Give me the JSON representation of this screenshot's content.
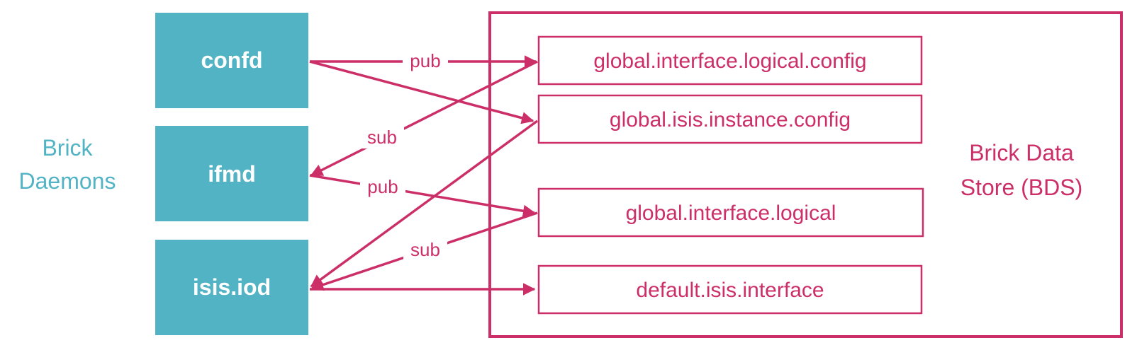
{
  "colors": {
    "daemon": "#51b3c4",
    "accent": "#cc2f68",
    "background": "#ffffff"
  },
  "left_label": {
    "line1": "Brick",
    "line2": "Daemons"
  },
  "right_label": {
    "line1": "Brick Data",
    "line2": "Store (BDS)"
  },
  "daemons": {
    "confd": "confd",
    "ifmd": "ifmd",
    "isis_iod": "isis.iod"
  },
  "tables": {
    "interface_logical_config": "global.interface.logical.config",
    "isis_instance_config": "global.isis.instance.config",
    "interface_logical": "global.interface.logical",
    "isis_interface": "default.isis.interface"
  },
  "edge_labels": {
    "confd_pub": "pub",
    "ifmd_sub": "sub",
    "ifmd_pub": "pub",
    "isis_sub": "sub"
  }
}
